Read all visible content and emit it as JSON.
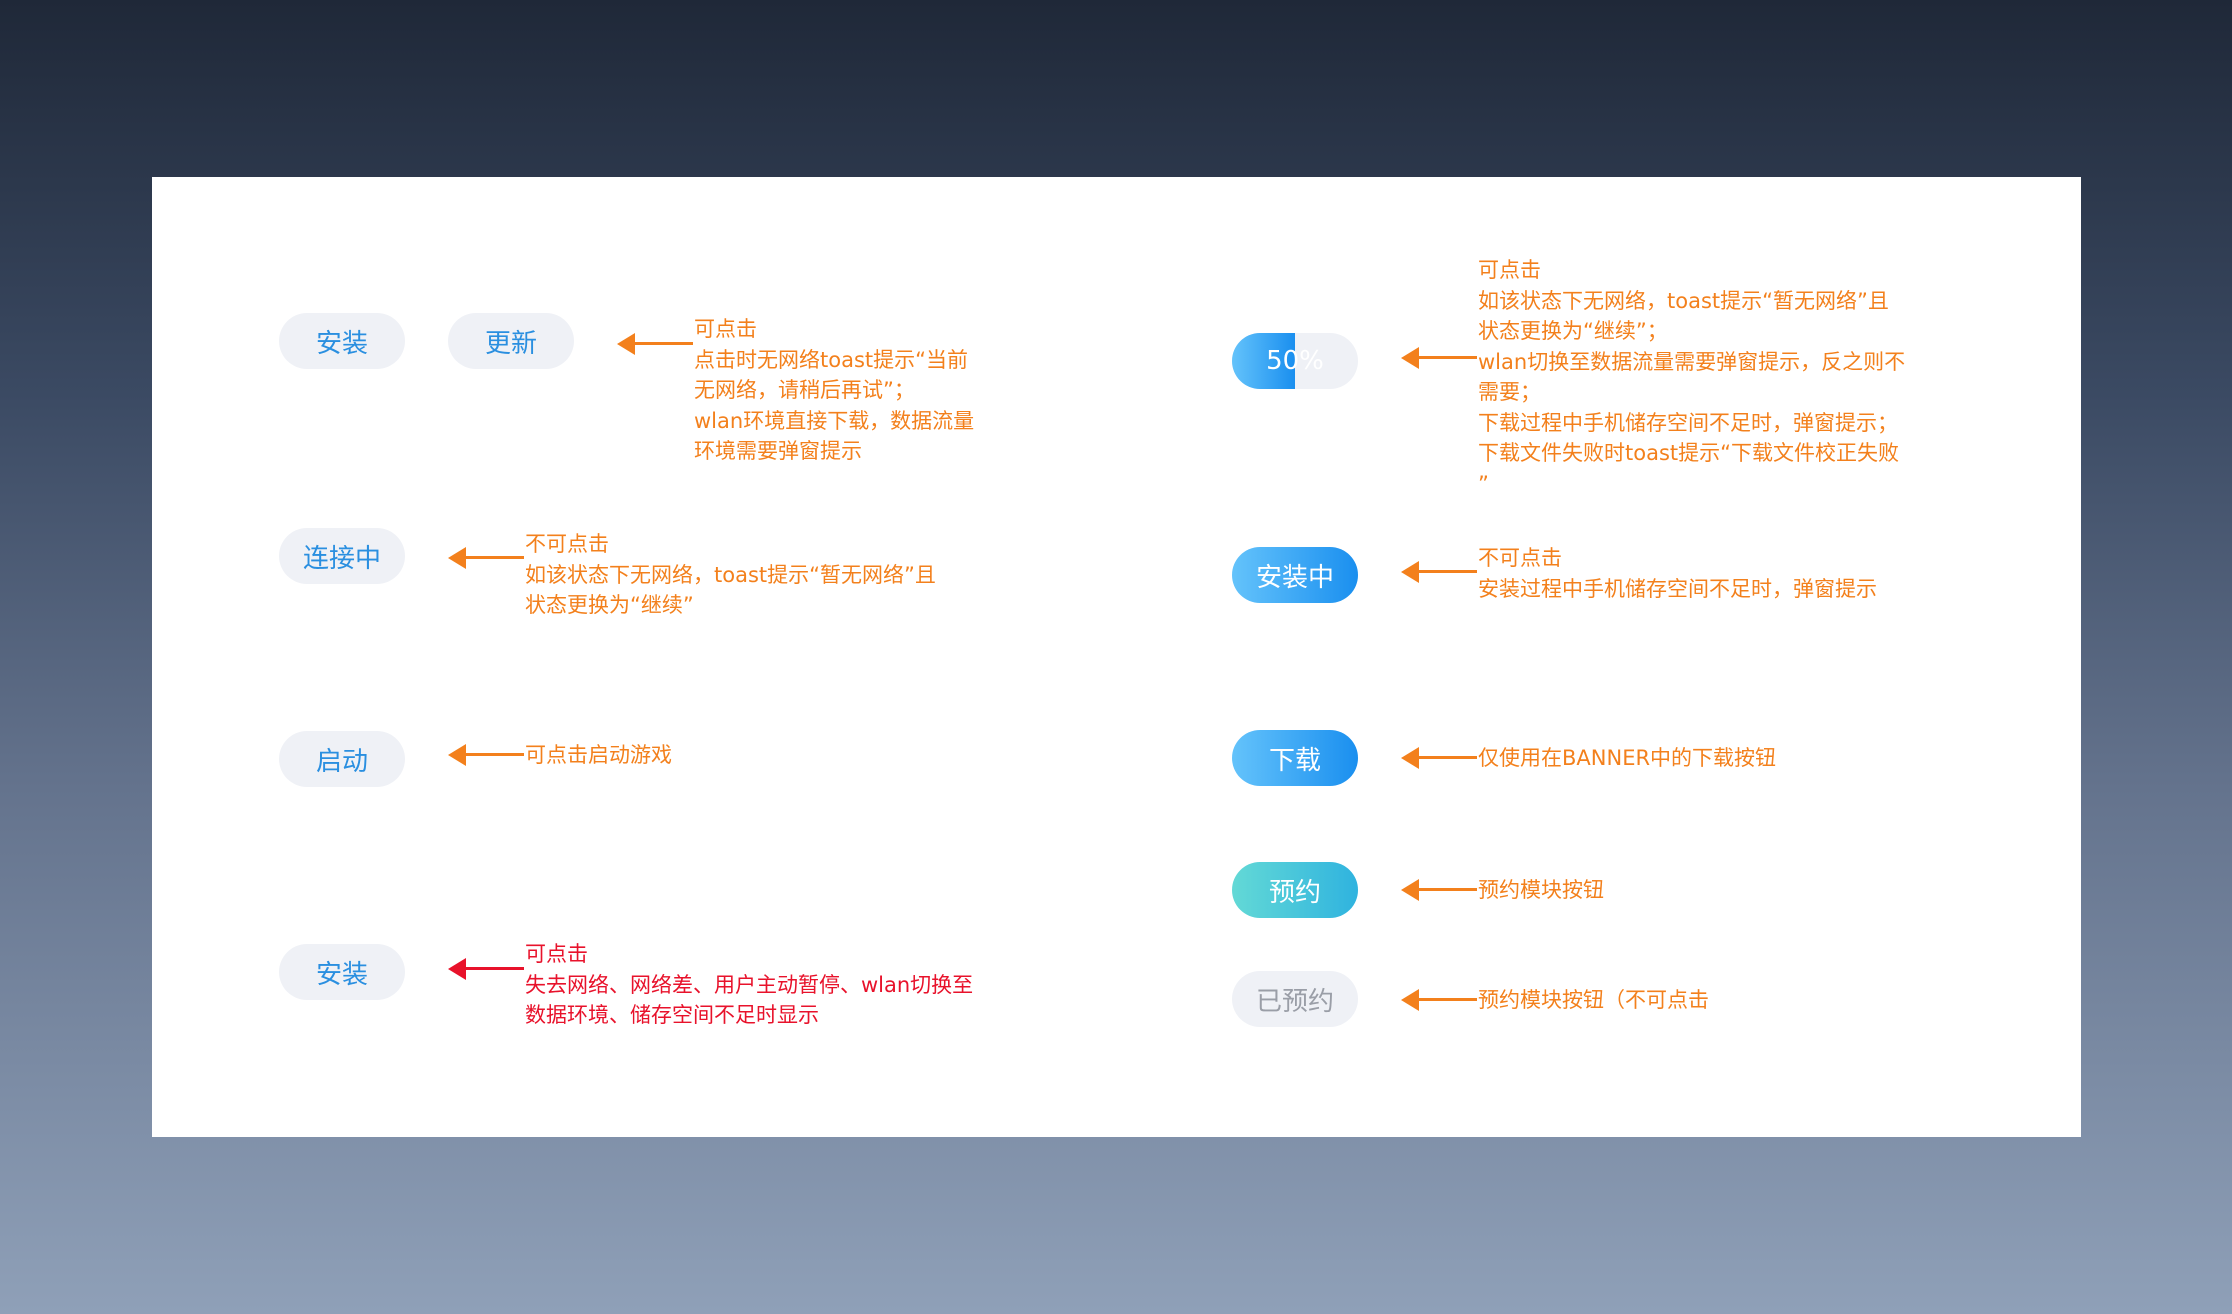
{
  "buttons": {
    "install": "安装",
    "update": "更新",
    "connecting": "连接中",
    "launch": "启动",
    "install_resume": "安装",
    "progress_label": "50%",
    "progress_value": 0.5,
    "installing": "安装中",
    "download": "下载",
    "reserve": "预约",
    "reserved": "已预约"
  },
  "notes": {
    "update": [
      "可点击",
      "点击时无网络toast提示“当前",
      "无网络，请稍后再试”；",
      "wlan环境直接下载，数据流量",
      "环境需要弹窗提示"
    ],
    "connecting": [
      "不可点击",
      "如该状态下无网络，toast提示“暂无网络”且",
      "状态更换为“继续”"
    ],
    "launch": [
      "可点击启动游戏"
    ],
    "install_resume": [
      "可点击",
      "失去网络、网络差、用户主动暂停、wlan切换至",
      "数据环境、储存空间不足时显示"
    ],
    "progress": [
      "可点击",
      "如该状态下无网络，toast提示“暂无网络”且",
      "状态更换为“继续”；",
      "wlan切换至数据流量需要弹窗提示，反之则不",
      "需要；",
      "下载过程中手机储存空间不足时，弹窗提示；",
      "下载文件失败时toast提示“下载文件校正失败",
      "”"
    ],
    "installing": [
      "不可点击",
      "安装过程中手机储存空间不足时，弹窗提示"
    ],
    "download": [
      "仅使用在BANNER中的下载按钮"
    ],
    "reserve": [
      "预约模块按钮"
    ],
    "reserved": [
      "预约模块按钮（不可点击"
    ]
  },
  "colors": {
    "accent_orange": "#f3801c",
    "accent_red": "#e8122b",
    "button_blue": "#1a8fef",
    "button_teal": "#2fb3df",
    "text_blue": "#2a8fe0"
  }
}
